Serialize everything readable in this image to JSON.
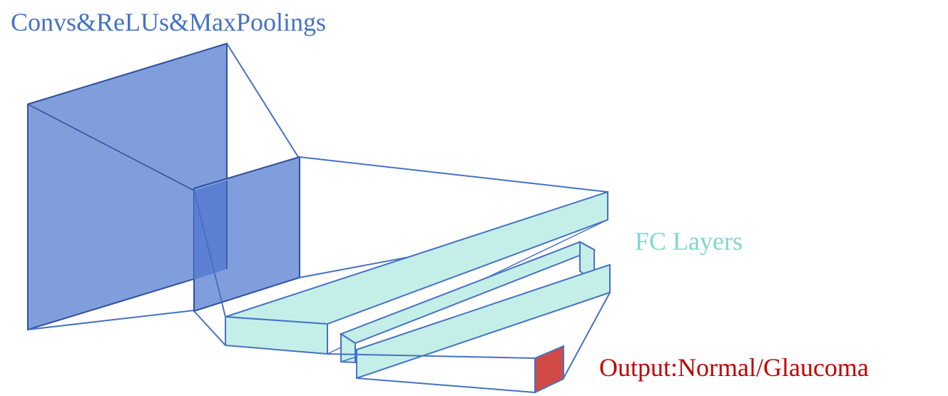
{
  "labels": {
    "conv_title": "Convs&ReLUs&MaxPoolings",
    "fc_title": "FC Layers",
    "output_title": "Output:Normal/Glaucoma"
  },
  "colors": {
    "conv_fill": "#7f9edb",
    "conv_overlap_fill": "#5b7fd1",
    "conv_stroke": "#2f4f9f",
    "connector_stroke": "#4472c4",
    "fc_fill": "#c4eee8",
    "fc_stroke": "#4472c4",
    "output_fill": "#d24a45",
    "conv_label": "#4472c4",
    "fc_label": "#7fd7cf",
    "output_label": "#c00000"
  }
}
